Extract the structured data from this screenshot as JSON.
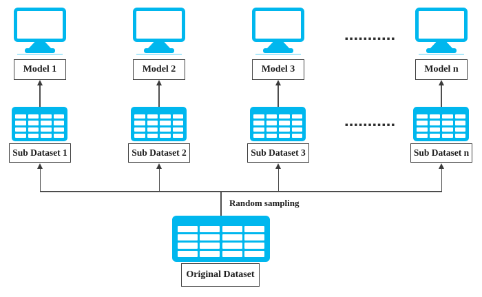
{
  "diagram": {
    "accent_color": "#00b7ee",
    "line_color": "#4d4d4d",
    "columns": [
      {
        "model_label": "Model 1",
        "dataset_label": "Sub Dataset 1"
      },
      {
        "model_label": "Model 2",
        "dataset_label": "Sub Dataset 2"
      },
      {
        "model_label": "Model 3",
        "dataset_label": "Sub Dataset 3"
      },
      {
        "model_label": "Model n",
        "dataset_label": "Sub Dataset n"
      }
    ],
    "ellipsis_top": "▪▪▪▪▪▪▪▪▪▪▪",
    "ellipsis_bottom": "▪▪▪▪▪▪▪▪▪▪▪",
    "sampling_label": "Random sampling",
    "original_dataset_label": "Original Dataset"
  }
}
